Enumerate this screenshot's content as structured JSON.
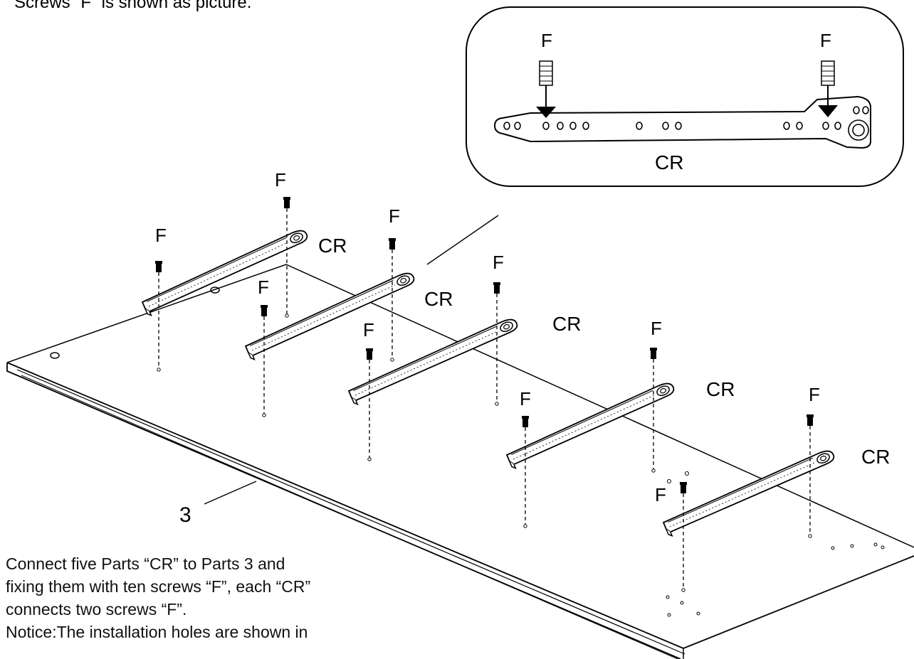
{
  "top_note": "Screws “F” is shown as picture.",
  "inset": {
    "screw_label_left": "F",
    "screw_label_right": "F",
    "part_label": "CR"
  },
  "panel_label": "3",
  "rails": [
    {
      "part_label": "CR",
      "screw_label_a": "F",
      "screw_label_b": "F"
    },
    {
      "part_label": "CR",
      "screw_label_a": "F",
      "screw_label_b": "F"
    },
    {
      "part_label": "CR",
      "screw_label_a": "F",
      "screw_label_b": "F"
    },
    {
      "part_label": "CR",
      "screw_label_a": "F",
      "screw_label_b": "F"
    },
    {
      "part_label": "CR",
      "screw_label_a": "F",
      "screw_label_b": "F"
    }
  ],
  "instructions": [
    "Connect five Parts “CR” to Parts 3 and",
    "fixing them with ten screws “F”, each “CR”",
    "connects two screws “F”.",
    "Notice:The installation holes are shown in"
  ]
}
